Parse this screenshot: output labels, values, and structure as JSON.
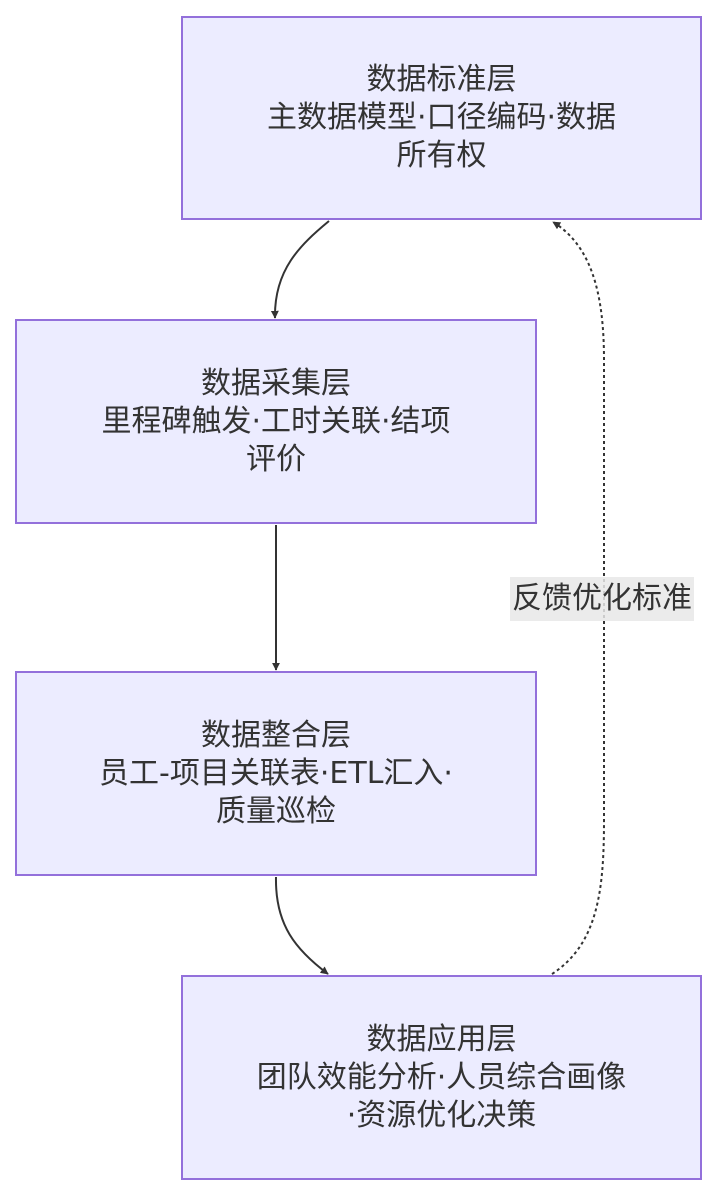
{
  "nodes": [
    {
      "id": "standard",
      "lines": [
        "数据标准层",
        "主数据模型·口径编码·数据",
        "所有权"
      ]
    },
    {
      "id": "collection",
      "lines": [
        "数据采集层",
        "里程碑触发·工时关联·结项",
        "评价"
      ]
    },
    {
      "id": "integration",
      "lines": [
        "数据整合层",
        "员工-项目关联表·ETL汇入·",
        "质量巡检"
      ]
    },
    {
      "id": "application",
      "lines": [
        "数据应用层",
        "团队效能分析·人员综合画像",
        "·资源优化决策"
      ]
    }
  ],
  "feedback_edge": {
    "label": "反馈优化标准"
  },
  "colors": {
    "node_fill": "#ECECFF",
    "node_border": "#9370DB",
    "edge": "#333333",
    "label_bg": "#E8E8E8"
  }
}
